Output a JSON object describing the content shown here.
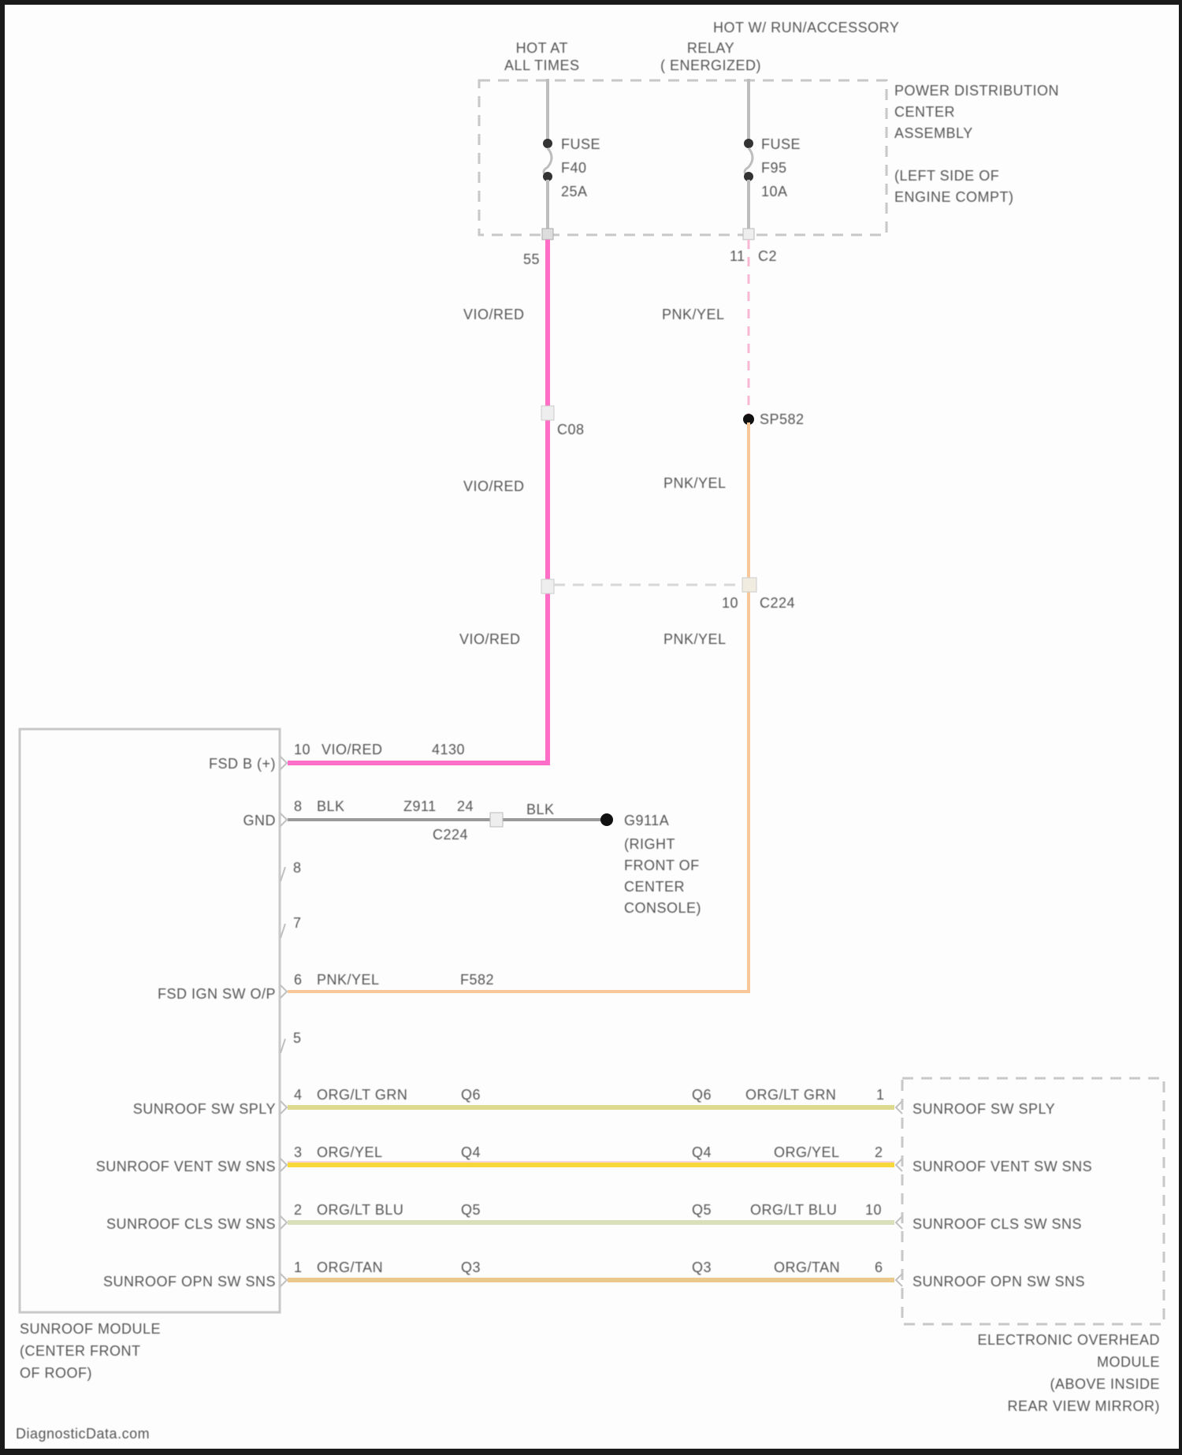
{
  "diagram": {
    "watermark": "DiagnosticData.com",
    "power": {
      "hot_w_run_accessory": "HOT W/ RUN/ACCESSORY",
      "hot_at_all_times": "HOT AT\nALL TIMES",
      "relay_energized": "RELAY\n( ENERGIZED)",
      "pdc_label": "POWER DISTRIBUTION\nCENTER\nASSEMBLY\n\n(LEFT SIDE OF\nENGINE COMPT)",
      "fuse_left": {
        "label": "FUSE",
        "id": "F40",
        "rating": "25A",
        "pin": "55"
      },
      "fuse_right": {
        "label": "FUSE",
        "id": "F95",
        "rating": "10A",
        "pin": "11",
        "connector": "C2"
      }
    },
    "left_circuit": {
      "wire_color_name": "VIO/RED",
      "segments": [
        "VIO/RED",
        "VIO/RED",
        "VIO/RED"
      ],
      "inline_connector": "C08",
      "circuit_id": "4130",
      "pin_at_module": "10"
    },
    "right_circuit": {
      "wire_color_name": "PNK/YEL",
      "segments": [
        "PNK/YEL",
        "PNK/YEL",
        "PNK/YEL"
      ],
      "splice": "SP582",
      "inline_connector_pin": "10",
      "inline_connector": "C224",
      "circuit_id": "F582"
    },
    "ground": {
      "pin": "8",
      "wire": "BLK",
      "circuit_id": "Z911",
      "connector_pin": "24",
      "connector": "C224",
      "wire_after": "BLK",
      "ground_id": "G911A",
      "ground_location": "(RIGHT\nFRONT OF\nCENTER\nCONSOLE)"
    },
    "sunroof_module": {
      "title": "SUNROOF MODULE\n(CENTER FRONT\nOF ROOF)",
      "pins": [
        {
          "pin": "10",
          "name": "FSD B (+)",
          "wire": "VIO/RED",
          "circuit": "4130"
        },
        {
          "pin": "8",
          "name": "GND",
          "wire": "BLK",
          "circuit": "Z911"
        },
        {
          "pin": "8",
          "name": ""
        },
        {
          "pin": "7",
          "name": ""
        },
        {
          "pin": "6",
          "name": "FSD IGN SW O/P",
          "wire": "PNK/YEL",
          "circuit": "F582"
        },
        {
          "pin": "5",
          "name": ""
        },
        {
          "pin": "4",
          "name": "SUNROOF SW SPLY",
          "wire": "ORG/LT GRN",
          "circuit": "Q6"
        },
        {
          "pin": "3",
          "name": "SUNROOF VENT SW SNS",
          "wire": "ORG/YEL",
          "circuit": "Q4"
        },
        {
          "pin": "2",
          "name": "SUNROOF CLS SW SNS",
          "wire": "ORG/LT BLU",
          "circuit": "Q5"
        },
        {
          "pin": "1",
          "name": "SUNROOF OPN SW SNS",
          "wire": "ORG/TAN",
          "circuit": "Q3"
        }
      ]
    },
    "overhead_module": {
      "title": "ELECTRONIC OVERHEAD\nMODULE\n(ABOVE INSIDE\nREAR VIEW MIRROR)",
      "pins": [
        {
          "pin": "1",
          "name": "SUNROOF SW SPLY",
          "wire": "ORG/LT GRN",
          "circuit": "Q6"
        },
        {
          "pin": "2",
          "name": "SUNROOF VENT SW SNS",
          "wire": "ORG/YEL",
          "circuit": "Q4"
        },
        {
          "pin": "10",
          "name": "SUNROOF CLS SW SNS",
          "wire": "ORG/LT BLU",
          "circuit": "Q5"
        },
        {
          "pin": "6",
          "name": "SUNROOF OPN SW SNS",
          "wire": "ORG/TAN",
          "circuit": "Q3"
        }
      ]
    },
    "colors": {
      "vio_red": "#ff6ec7",
      "pnk_yel": "#f8c89a",
      "pnk_yel_dashed": "#f7b8d4",
      "blk": "#9a9a9a",
      "org_lt_grn": "#ddd98e",
      "org_yel": "#f6d83a",
      "org_lt_blu": "#d8dfba",
      "org_tan": "#ebc98c",
      "outline": "#c8c8c8",
      "text": "#555555"
    }
  }
}
